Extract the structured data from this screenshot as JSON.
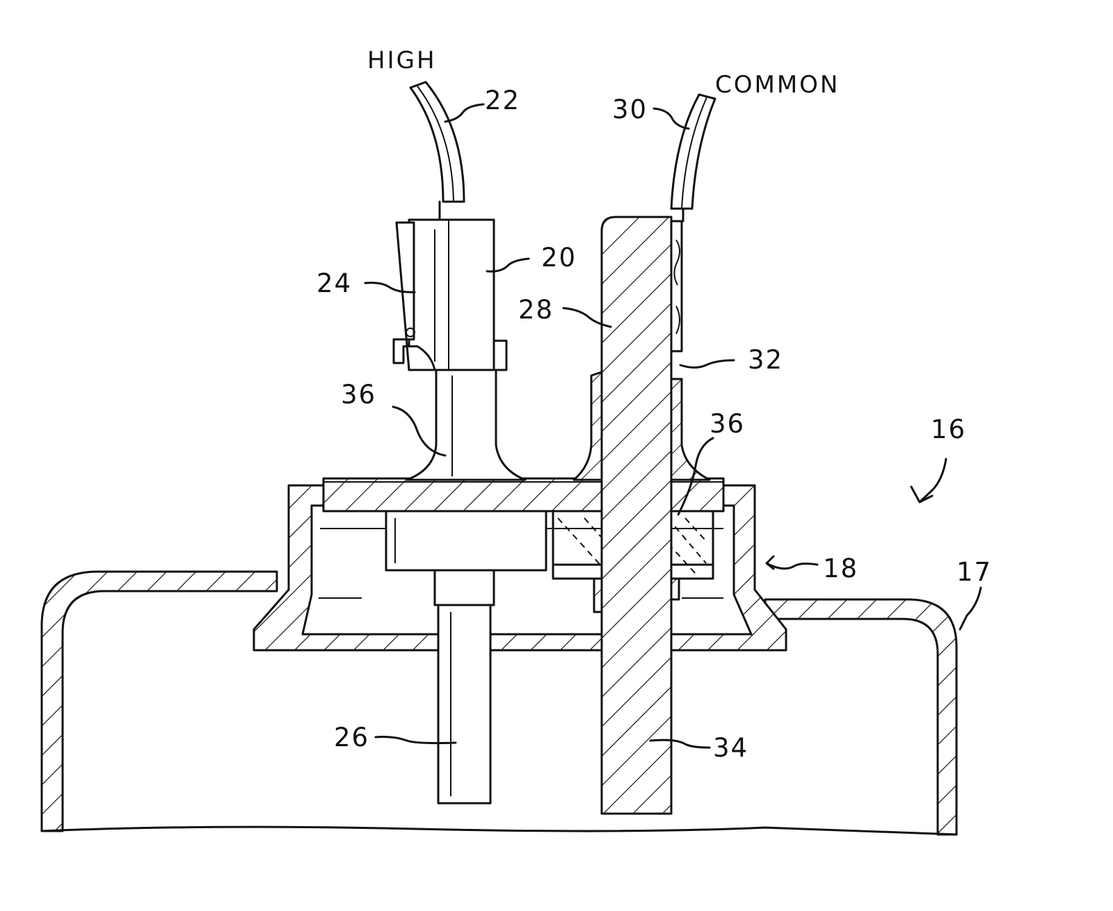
{
  "figure": {
    "wire_labels": {
      "high": "HIGH",
      "common": "COMMON"
    },
    "reference_numerals": {
      "assembly": "16",
      "housing_wall": "17",
      "mount": "18",
      "plug_body": "20",
      "high_wire": "22",
      "latch": "24",
      "pin": "26",
      "blade_upper": "28",
      "common_wire": "30",
      "blade_contact": "32",
      "blade_lower": "34",
      "seal_left": "36",
      "seal_right": "36"
    },
    "colors": {
      "ink": "#111111",
      "paper": "#ffffff"
    }
  }
}
